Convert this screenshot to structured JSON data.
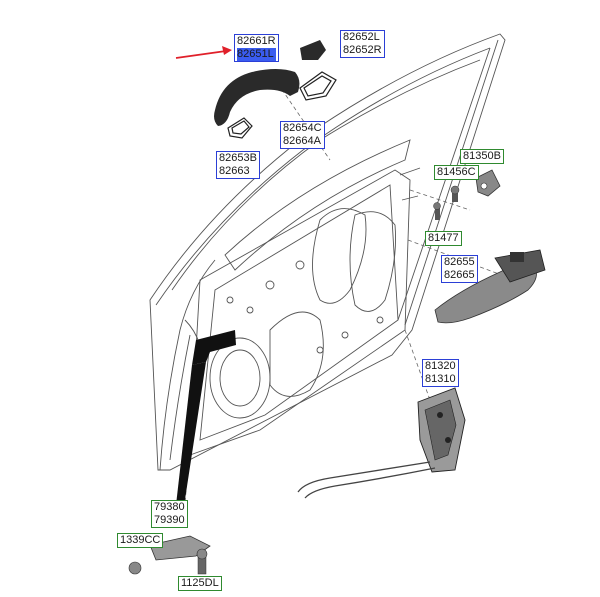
{
  "colors": {
    "blue_box": "#2b3fd6",
    "green_box": "#2f8a2f",
    "highlight": "#3a5cf0",
    "arrow": "#e0202a",
    "line": "#555555"
  },
  "labels": {
    "handle_outer": [
      "82661R",
      "82651L"
    ],
    "cover": [
      "82652L",
      "82652R"
    ],
    "pad_upper": [
      "82654C",
      "82664A"
    ],
    "pad_lower": [
      "82653B",
      "82663"
    ],
    "striker": "81350B",
    "screw_striker": "81456C",
    "pin": "81477",
    "inner_handle": [
      "82655",
      "82665"
    ],
    "latch": [
      "81320",
      "81310"
    ],
    "checker": [
      "79380",
      "79390"
    ],
    "bolt_left": "1339CC",
    "bolt_right": "1125DL"
  },
  "icons": [
    "red-arrow-icon"
  ]
}
